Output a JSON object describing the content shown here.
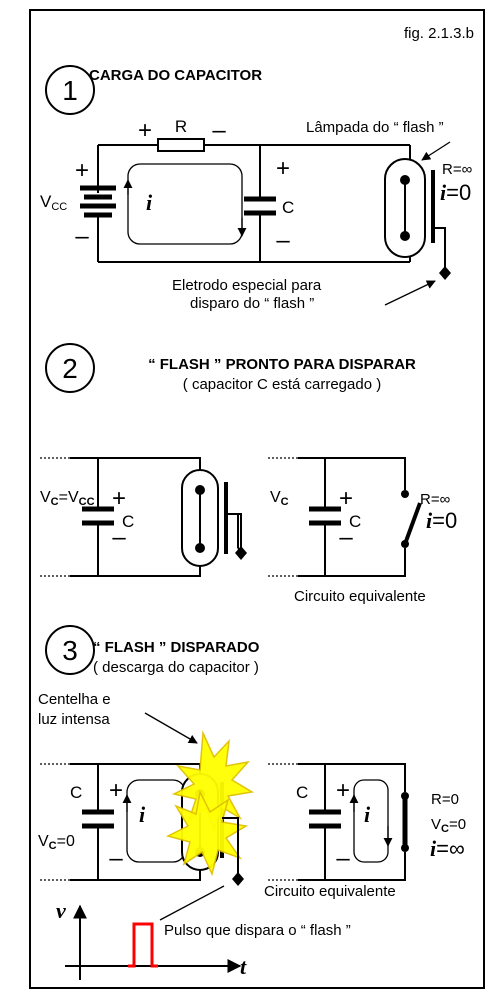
{
  "figure_label": "fig. 2.1.3.b",
  "section1": {
    "number": "1",
    "title": "CARGA DO CAPACITOR",
    "resistor_label": "R",
    "plus": "+",
    "minus": "–",
    "source_label": "V",
    "source_sub": "CC",
    "current_label": "i",
    "capacitor_label": "C",
    "lamp_label": "Lâmpada do “ flash ”",
    "lamp_resistance": "R=∞",
    "lamp_current_symbol": "i",
    "lamp_current_value": "=0",
    "electrode_line1": "Eletrodo especial para",
    "electrode_line2": "disparo do “ flash ”"
  },
  "section2": {
    "number": "2",
    "title": "“ FLASH ” PRONTO PARA DISPARAR",
    "subtitle": "( capacitor C está carregado )",
    "left_voltage_a": "V",
    "left_voltage_a_sub": "C",
    "left_voltage_eq": "=V",
    "left_voltage_b_sub": "CC",
    "right_voltage": "V",
    "right_voltage_sub": "C",
    "capacitor_label": "C",
    "resistance": "R=∞",
    "current_symbol": "i",
    "current_value": "=0",
    "equivalent_label": "Circuito equivalente"
  },
  "section3": {
    "number": "3",
    "title": "“ FLASH ” DISPARADO",
    "subtitle": "( descarga do capacitor )",
    "spark_line1": "Centelha e",
    "spark_line2": "luz intensa",
    "capacitor_label": "C",
    "voltage": "V",
    "voltage_sub": "C",
    "voltage_value": "=0",
    "current_label": "i",
    "resistance": "R=0",
    "right_voltage": "V",
    "right_voltage_sub": "C",
    "right_voltage_value": "=0",
    "current_symbol": "i",
    "current_value": "=∞",
    "equivalent_label": "Circuito equivalente",
    "axis_v": "v",
    "axis_t": "t",
    "pulse_label": "Pulso que dispara o “ flash ”"
  },
  "colors": {
    "spark_fill": "#ffff00",
    "spark_stroke": "#e0c000",
    "pulse": "#ff0000"
  }
}
